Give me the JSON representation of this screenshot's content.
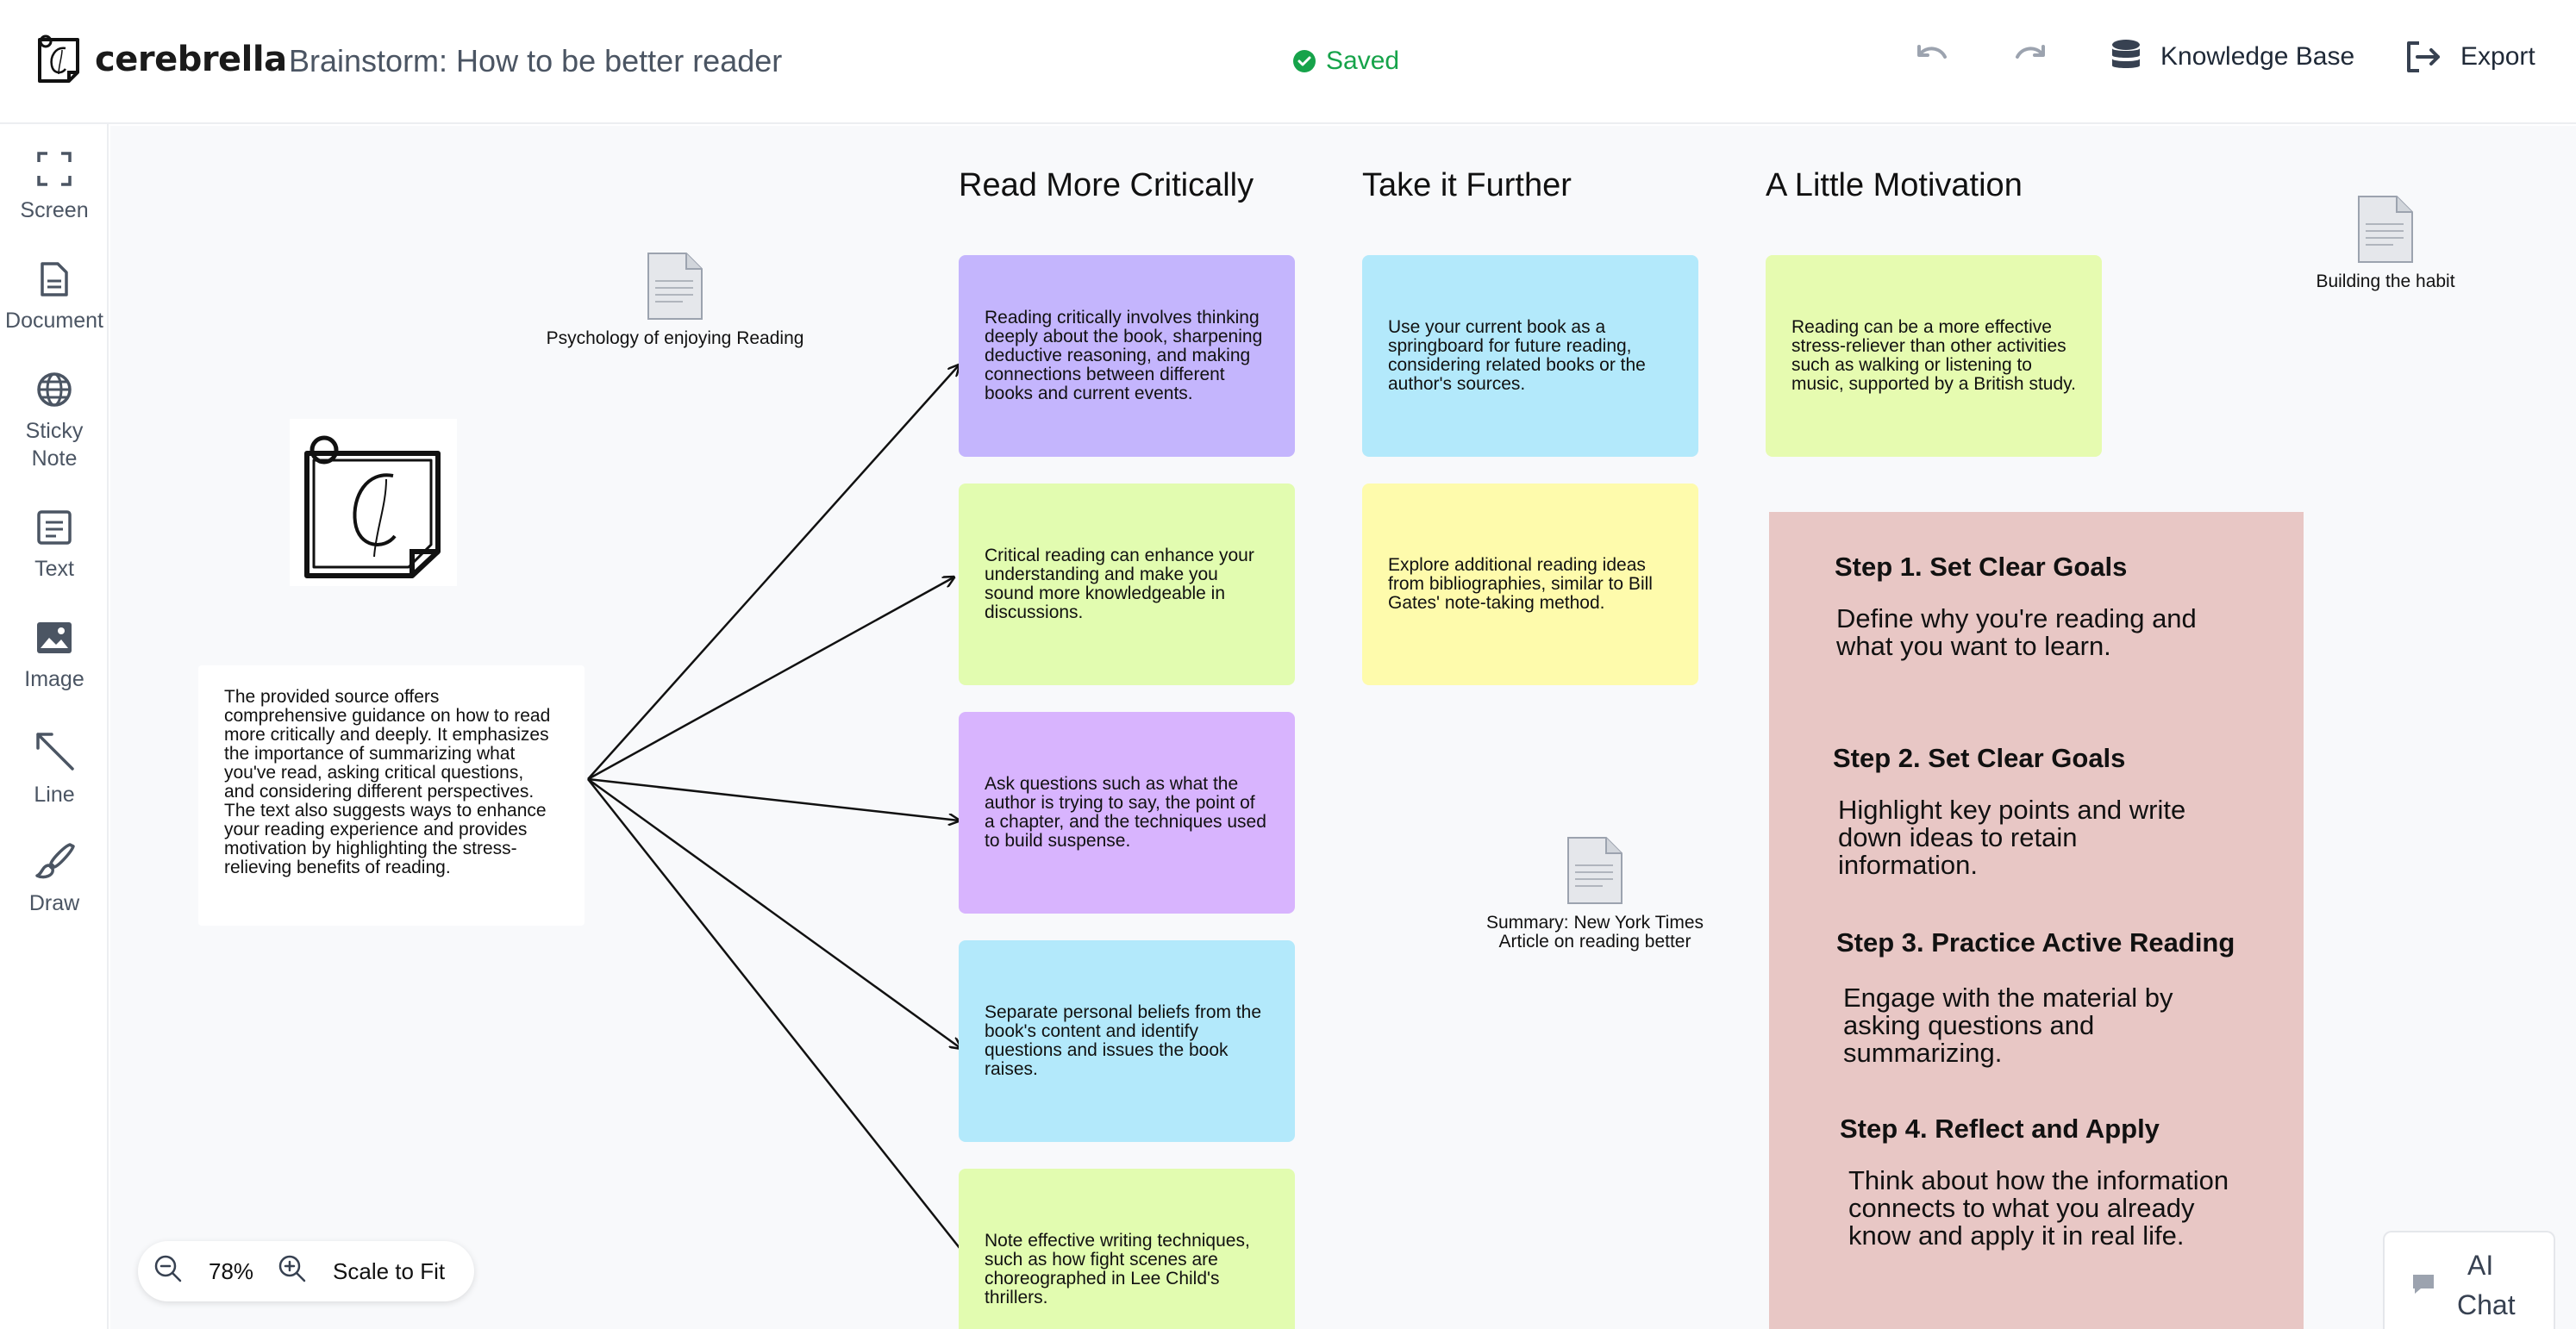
{
  "header": {
    "logo_text": "cerebrella",
    "doc_title": "Brainstorm: How to be better reader",
    "status": "Saved",
    "knowledge_base_label": "Knowledge Base",
    "export_label": "Export"
  },
  "sidebar": {
    "tools": [
      {
        "label": "Screen",
        "icon": "fullscreen-icon"
      },
      {
        "label": "Document",
        "icon": "document-icon"
      },
      {
        "label": "Sticky",
        "label2": "Note",
        "icon": "globe-icon"
      },
      {
        "label": "Text",
        "icon": "text-icon"
      },
      {
        "label": "Image",
        "icon": "image-icon"
      },
      {
        "label": "Line",
        "icon": "line-arrow-icon"
      },
      {
        "label": "Draw",
        "icon": "brush-icon"
      }
    ]
  },
  "canvas": {
    "columns": [
      "Read More Critically",
      "Take it Further",
      "A Little Motivation"
    ],
    "documents": [
      "Psychology of enjoying Reading",
      "Building the habit",
      "Summary: New York Times Article on reading better"
    ],
    "source_text": "The provided source offers comprehensive guidance on how to read more critically and deeply. It emphasizes the importance of summarizing what you've read, asking critical questions, and considering different perspectives. The text also suggests ways to enhance your reading experience and provides motivation by highlighting the stress-relieving benefits of reading.",
    "critical_notes": [
      {
        "text": "Reading critically involves thinking deeply about the book, sharpening deductive reasoning, and making connections between different books and current events.",
        "color": "#c4b5fd"
      },
      {
        "text": "Critical reading can enhance your understanding and make you sound more knowledgeable in discussions.",
        "color": "#e2fcb0"
      },
      {
        "text": "Ask questions such as what the author is trying to say, the point of a chapter, and the techniques used to build suspense.",
        "color": "#d8b4fe"
      },
      {
        "text": "Separate personal beliefs from the book's content and identify questions and issues the book raises.",
        "color": "#b3e9fb"
      },
      {
        "text": "Note effective writing techniques, such as how fight scenes are choreographed in Lee Child's thrillers.",
        "color": "#e2fcb0"
      }
    ],
    "further_notes": [
      {
        "text": "Use your current book as a springboard for future reading, considering related books or the author's sources.",
        "color": "#b3e9fb"
      },
      {
        "text": "Explore additional reading ideas from bibliographies, similar to Bill Gates' note-taking method.",
        "color": "#fefbac"
      }
    ],
    "motivation_note": {
      "text": "Reading can be a more effective stress-reliever than other activities such as walking or listening to music, supported by a British study.",
      "color": "#e6fbb0"
    },
    "steps": [
      {
        "title": "Step 1. Set Clear Goals",
        "body": "Define why you're reading and what you want to learn."
      },
      {
        "title": "Step 2. Set Clear Goals",
        "body": "Highlight key points and write down ideas to retain information."
      },
      {
        "title": "Step 3. Practice Active Reading",
        "body": "Engage with the material by asking questions and summarizing."
      },
      {
        "title": "Step 4. Reflect and Apply",
        "body": "Think about how the information connects to what you already know and apply it in real life."
      }
    ]
  },
  "zoom": {
    "level": "78%",
    "scale_label": "Scale to Fit"
  },
  "ai_chat": {
    "line1": "AI",
    "line2": "Chat"
  }
}
